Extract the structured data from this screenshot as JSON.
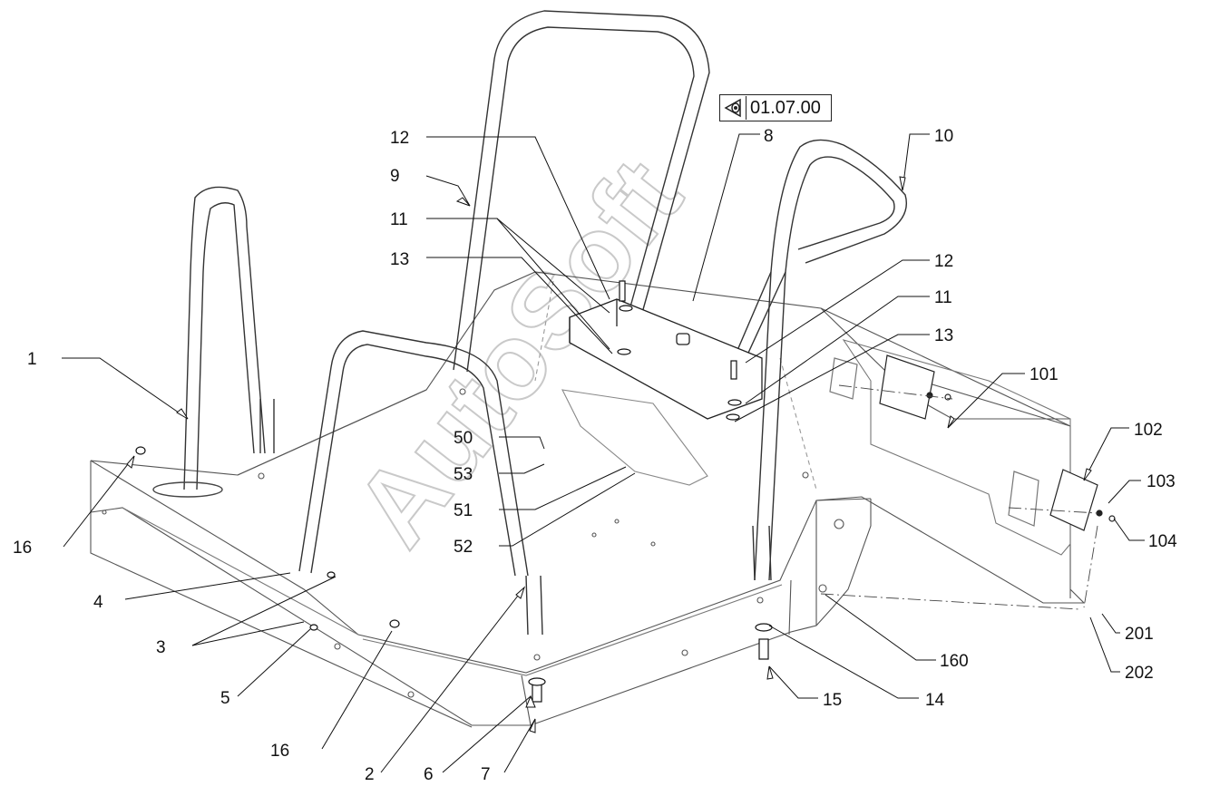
{
  "reference": {
    "code": "01.07.00",
    "icon": "view-eye-icon"
  },
  "watermark": "AutoSoft",
  "callouts": [
    "1",
    "2",
    "3",
    "4",
    "5",
    "6",
    "7",
    "8",
    "9",
    "10",
    "11",
    "11",
    "12",
    "12",
    "13",
    "13",
    "14",
    "15",
    "16",
    "16",
    "50",
    "51",
    "52",
    "53",
    "101",
    "102",
    "103",
    "104",
    "160",
    "201",
    "202"
  ]
}
